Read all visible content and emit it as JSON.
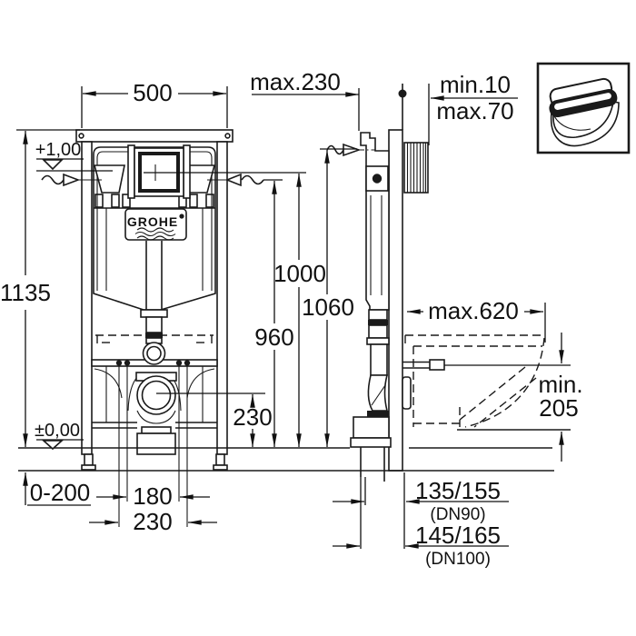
{
  "brand": {
    "logo_text": "GROHE"
  },
  "front_view": {
    "width": "500",
    "frame_height": "1135",
    "level_top": "+1,00",
    "level_floor": "±0,00",
    "outlet_height": "230",
    "floor_buildup": "0-200",
    "fixing_spacing_inner": "180",
    "fixing_spacing_outer": "230"
  },
  "side_view": {
    "install_depth": "max.230",
    "wall_thickness_min": "min.10",
    "wall_thickness_max": "max.70",
    "flush_plate_height": "1000",
    "water_supply_height": "960",
    "frame_top_height": "1060",
    "bowl_projection": "max.620",
    "bowl_clearance_prefix": "min.",
    "bowl_clearance_value": "205",
    "outlet_dn90": "135/155",
    "outlet_dn90_note": "(DN90)",
    "outlet_dn100": "145/165",
    "outlet_dn100_note": "(DN100)"
  }
}
